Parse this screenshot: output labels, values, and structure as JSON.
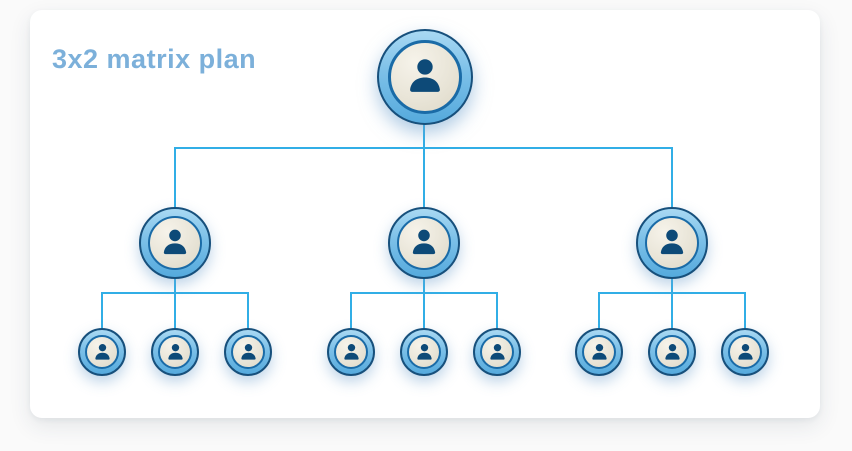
{
  "card": {
    "title": "3x2 matrix plan",
    "title_color": "#7cb0da"
  },
  "diagram": {
    "type": "tree",
    "plan_name": "3x2 matrix plan",
    "matrix_width": 3,
    "matrix_depth": 2,
    "levels": [
      {
        "name": "root",
        "node_count": 1,
        "icon": "person-icon"
      },
      {
        "name": "level-1",
        "node_count": 3,
        "icon": "person-icon"
      },
      {
        "name": "level-2",
        "node_count": 9,
        "icon": "person-icon"
      }
    ],
    "structure": {
      "root_children": 3,
      "children_per_level1_node": 3
    },
    "colors": {
      "connector": "#31aee6",
      "ring": "#7cc0e8",
      "ring_border": "#17507c",
      "inner_border": "#1a6ba7",
      "face": "#e9e5d8",
      "person": "#0d4a78"
    }
  }
}
